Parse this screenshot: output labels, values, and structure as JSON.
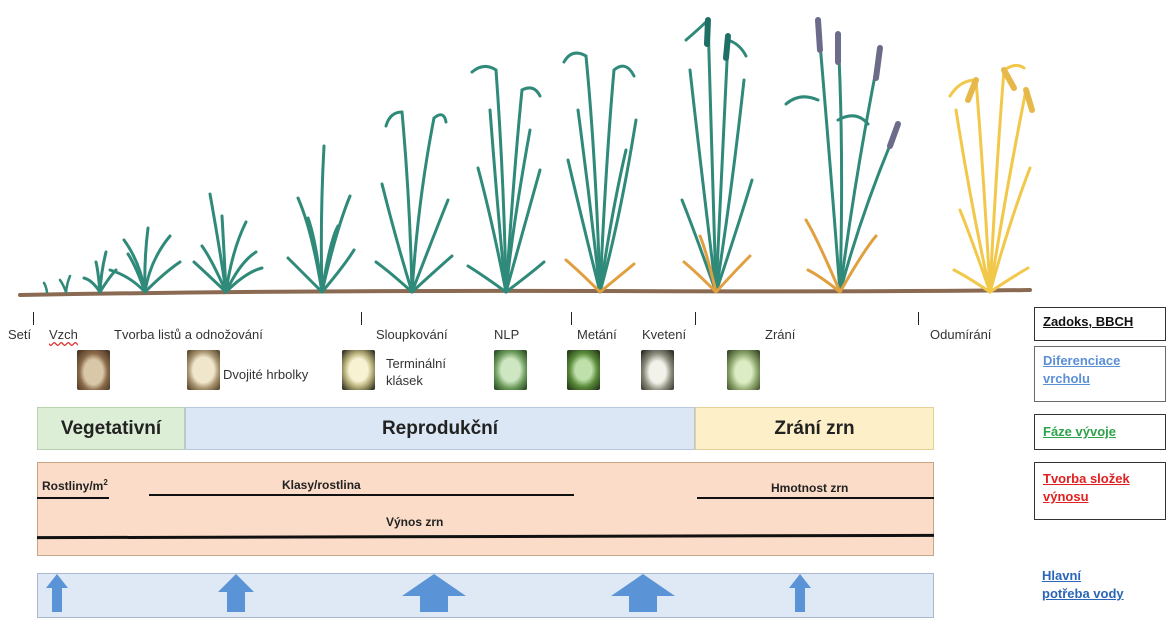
{
  "stages": [
    {
      "label": "Setí"
    },
    {
      "label": "Vzch"
    },
    {
      "label": "Tvorba listů a odnožování"
    },
    {
      "label": "Sloupkování"
    },
    {
      "label": "NLP"
    },
    {
      "label": "Metání"
    },
    {
      "label": "Kvetení"
    },
    {
      "label": "Zrání"
    },
    {
      "label": "Odumírání"
    }
  ],
  "apex": {
    "double_ridge": "Dvojité hrbolky",
    "terminal_line1": "Terminální",
    "terminal_line2": "klásek"
  },
  "phases": {
    "vegetative": "Vegetativní",
    "reproductive": "Reprodukční",
    "grain_fill": "Zrání zrn",
    "colors": {
      "vegetative": "#dcefd6",
      "reproductive": "#dbe7f5",
      "grain_fill": "#fdf0c8"
    }
  },
  "yield_components": {
    "plants_prefix": "Rostliny/m",
    "plants_sup": "2",
    "ears": "Klasy/rostlina",
    "tkw": "Hmotnost zrn",
    "yield": "Výnos zrn"
  },
  "legend": {
    "zadoks": "Zadoks, BBCH",
    "apex_line1": "Diferenciace",
    "apex_line2": "vrcholu",
    "phase": "Fáze vývoje",
    "yield_line1": "Tvorba složek",
    "yield_line2": "výnosu",
    "water_line1": "Hlavní",
    "water_line2": "potřeba vody",
    "colors": {
      "apex": "#5b8fd6",
      "phase": "#2ea24a",
      "yield": "#e02020",
      "water": "#2a66b8"
    }
  },
  "colors": {
    "plant_green": "#2f8a7a",
    "plant_dark": "#1f6f66",
    "senescent": "#e0a040",
    "ripe": "#f2c84b",
    "soil": "#8a6a52",
    "arrow": "#5a93d6"
  }
}
